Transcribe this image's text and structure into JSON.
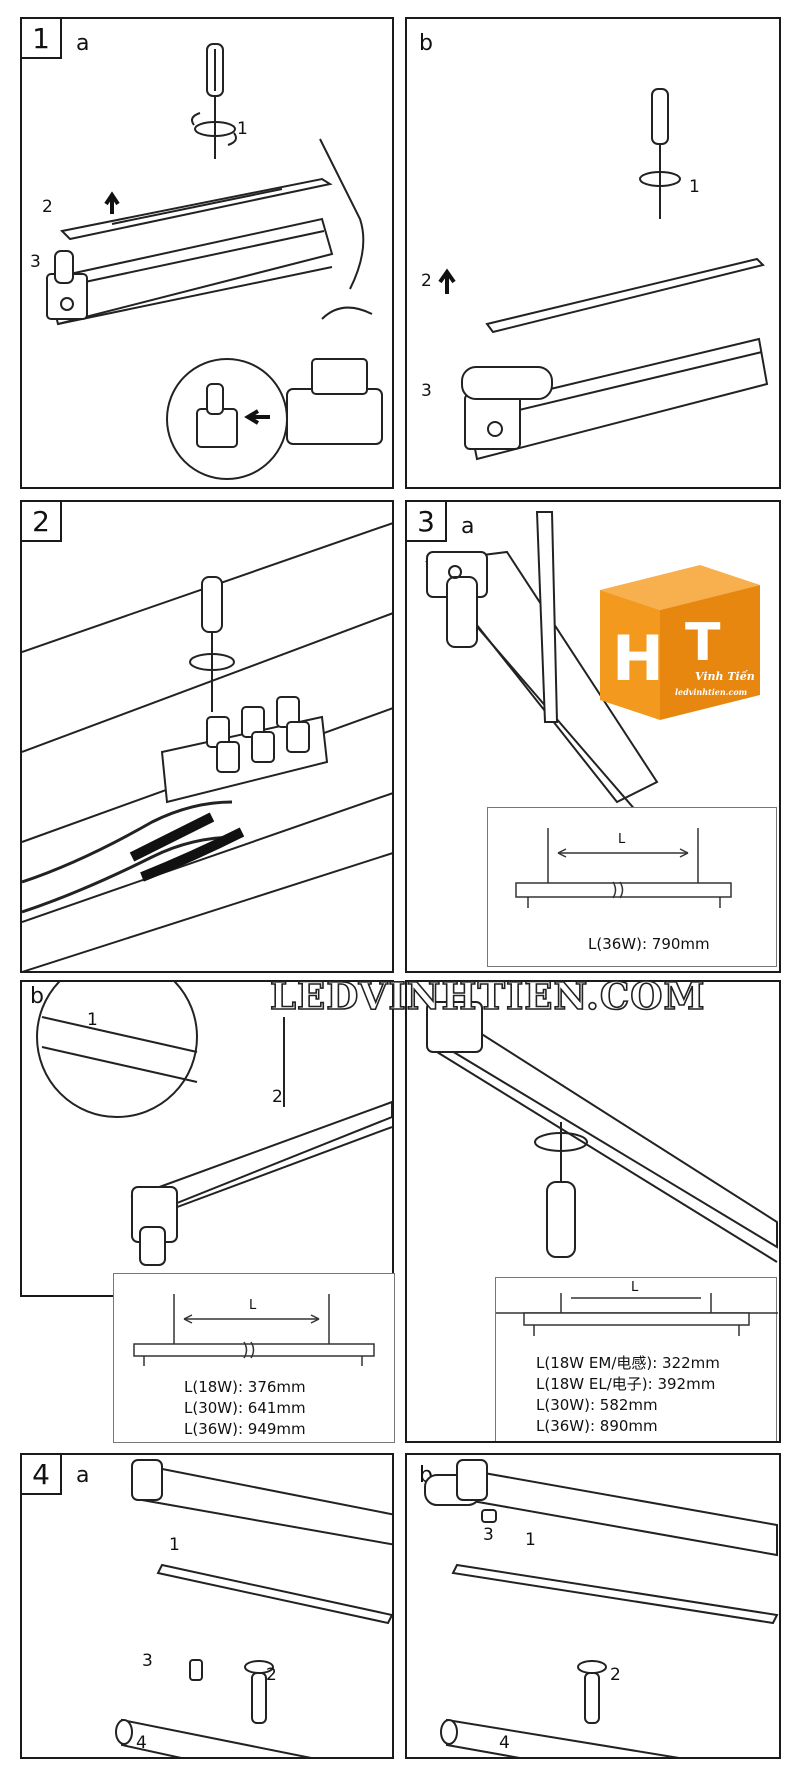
{
  "panels": {
    "p1a": {
      "step": "1",
      "sub": "a",
      "callouts": [
        "1",
        "2",
        "3"
      ]
    },
    "p1b": {
      "sub": "b",
      "callouts": [
        "1",
        "2",
        "3"
      ]
    },
    "p2": {
      "step": "2"
    },
    "p3a": {
      "step": "3",
      "sub": "a",
      "dim_label": "L",
      "dims": [
        "L(36W): 790mm"
      ]
    },
    "p3b": {
      "sub": "b",
      "callouts": [
        "1",
        "2"
      ],
      "dim_label": "L",
      "dims": [
        "L(18W): 376mm",
        "L(30W): 641mm",
        "L(36W): 949mm"
      ]
    },
    "p3c": {
      "dim_label": "L",
      "dims": [
        "L(18W EM/电感): 322mm",
        "L(18W EL/电子): 392mm",
        "L(30W): 582mm",
        "L(36W): 890mm"
      ]
    },
    "p4a": {
      "step": "4",
      "sub": "a",
      "callouts": [
        "1",
        "2",
        "3",
        "4"
      ]
    },
    "p4b": {
      "sub": "b",
      "callouts": [
        "1",
        "2",
        "3",
        "4"
      ]
    }
  },
  "logo": {
    "letters": "HT",
    "name": "Vinh Tiến",
    "url": "ledvinhtien.com",
    "color": "#f39a1e"
  },
  "watermark": "LEDVINHTIEN.COM"
}
